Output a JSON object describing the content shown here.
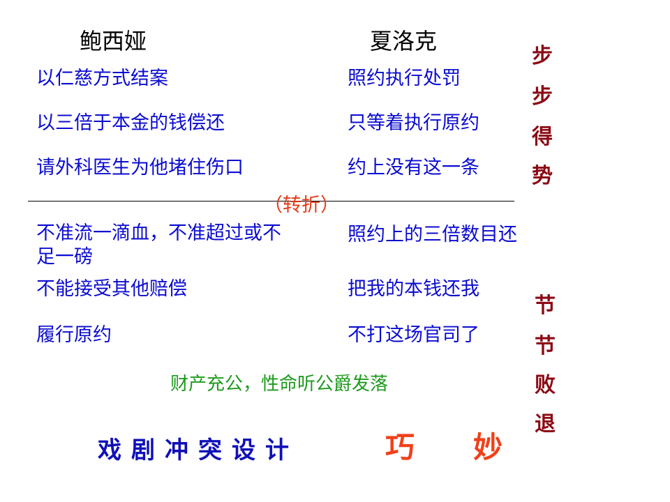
{
  "headers": {
    "left": "鲍西娅",
    "right": "夏洛克"
  },
  "rows_before_turn": [
    {
      "left": "以仁慈方式结案",
      "right": "照约执行处罚"
    },
    {
      "left": "以三倍于本金的钱偿还",
      "right": "只等着执行原约"
    },
    {
      "left": "请外科医生为他堵住伤口",
      "right": "约上没有这一条"
    }
  ],
  "turning_point": "（转折）",
  "rows_after_turn": [
    {
      "left": "不准流一滴血，不准超过或不足一磅",
      "right": "照约上的三倍数目还"
    },
    {
      "left": "不能接受其他赔偿",
      "right": "把我的本钱还我"
    },
    {
      "left": "履行原约",
      "right": "不打这场官司了"
    }
  ],
  "side_label_top": [
    "步",
    "步",
    "得",
    "势"
  ],
  "side_label_bottom": [
    "节",
    "节",
    "败",
    "退"
  ],
  "summary": "财产充公，性命听公爵发落",
  "conclusion": {
    "text": "戏剧冲突设计",
    "emphasis_1": "巧",
    "emphasis_2": "妙"
  },
  "colors": {
    "text_blue": "#0b0bd0",
    "side_label": "#8b0a14",
    "turning_point": "#e23a18",
    "summary_green": "#1e9a1e",
    "conclusion_blue": "#1010b8",
    "emphasis_orange": "#f0401a"
  }
}
